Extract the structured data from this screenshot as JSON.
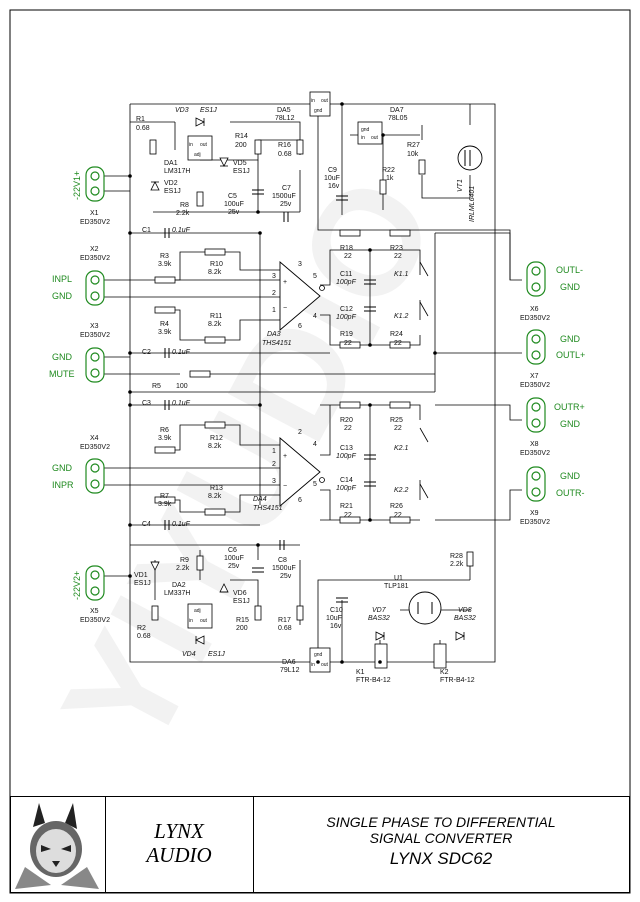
{
  "watermark": "YIYUDIO",
  "connectors": {
    "x1": {
      "ref": "X1",
      "type": "ED350V2",
      "pins": [
        "-22V1+"
      ]
    },
    "x2": {
      "ref": "X2",
      "type": "ED350V2",
      "pins": [
        "INPL",
        "GND"
      ]
    },
    "x3": {
      "ref": "X3",
      "type": "ED350V2",
      "pins": [
        "GND",
        "MUTE"
      ]
    },
    "x4": {
      "ref": "X4",
      "type": "ED350V2",
      "pins": [
        "GND",
        "INPR"
      ]
    },
    "x5": {
      "ref": "X5",
      "type": "ED350V2",
      "pins": [
        "-22V2+"
      ]
    },
    "x6": {
      "ref": "X6",
      "type": "ED350V2",
      "pins": [
        "OUTL-",
        "GND"
      ]
    },
    "x7": {
      "ref": "X7",
      "type": "ED350V2",
      "pins": [
        "GND",
        "OUTL+"
      ]
    },
    "x8": {
      "ref": "X8",
      "type": "ED350V2",
      "pins": [
        "OUTR+",
        "GND"
      ]
    },
    "x9": {
      "ref": "X9",
      "type": "ED350V2",
      "pins": [
        "GND",
        "OUTR-"
      ]
    }
  },
  "components": {
    "R1": "R1",
    "R1v": "0.68",
    "VD3": "VD3",
    "VD3v": "ES1J",
    "DA5": "DA5",
    "DA5v": "78L12",
    "R14": "R14",
    "R14v": "200",
    "R16": "R16",
    "R16v": "0.68",
    "DA1": "DA1",
    "DA1v": "LM317H",
    "VD5": "VD5",
    "VD5v": "ES1J",
    "VD2": "VD2",
    "VD2v": "ES1J",
    "C5": "C5",
    "C5v1": "100uF",
    "C5v2": "25v",
    "C7": "C7",
    "C7v1": "1500uF",
    "C7v2": "25v",
    "R8": "R8",
    "R8v": "2.2k",
    "DA7": "DA7",
    "DA7v": "78L05",
    "C9": "C9",
    "C9v1": "10uF",
    "C9v2": "16v",
    "R22": "R22",
    "R22v": "1k",
    "R27": "R27",
    "R27v": "10k",
    "VT1": "VT1",
    "VT1v": "IRLML6401",
    "C1": "C1",
    "C1v": "0.1uF",
    "R18": "R18",
    "R18v": "22",
    "R23": "R23",
    "R23v": "22",
    "R3": "R3",
    "R3v": "3.9k",
    "R10": "R10",
    "R10v": "8.2k",
    "C11": "C11",
    "C11v": "100pF",
    "K11": "K1.1",
    "C12": "C12",
    "C12v": "100pF",
    "K12": "K1.2",
    "R4": "R4",
    "R4v": "3.9k",
    "R11": "R11",
    "R11v": "8.2k",
    "DA3": "DA3",
    "DA3v": "THS4151",
    "R19": "R19",
    "R19v": "22",
    "R24": "R24",
    "R24v": "22",
    "C2": "C2",
    "C2v": "0.1uF",
    "R5": "R5",
    "R5v": "100",
    "C3": "C3",
    "C3v": "0.1uF",
    "R20": "R20",
    "R20v": "22",
    "R25": "R25",
    "R25v": "22",
    "R6": "R6",
    "R6v": "3.9k",
    "R12": "R12",
    "R12v": "8.2k",
    "C13": "C13",
    "C13v": "100pF",
    "K21": "K2.1",
    "C14": "C14",
    "C14v": "100pF",
    "K22": "K2.2",
    "R7": "R7",
    "R7v": "3.9k",
    "R13": "R13",
    "R13v": "8.2k",
    "DA4": "DA4",
    "DA4v": "THS4151",
    "R21": "R21",
    "R21v": "22",
    "R26": "R26",
    "R26v": "22",
    "C4": "C4",
    "C4v": "0.1uF",
    "R9": "R9",
    "R9v": "2.2k",
    "C6": "C6",
    "C6v1": "100uF",
    "C6v2": "25v",
    "C8": "C8",
    "C8v1": "1500uF",
    "C8v2": "25v",
    "R28": "R28",
    "R28v": "2.2k",
    "VD1": "VD1",
    "VD1v": "ES1J",
    "DA2": "DA2",
    "DA2v": "LM337H",
    "VD6": "VD6",
    "VD6v": "ES1J",
    "U1": "U1",
    "U1v": "TLP181",
    "R2": "R2",
    "R2v": "0.68",
    "R15": "R15",
    "R15v": "200",
    "R17": "R17",
    "R17v": "0.68",
    "C10": "C10",
    "C10v1": "10uF",
    "C10v2": "16v",
    "VD7": "VD7",
    "VD7v": "BAS32",
    "VD8": "VD8",
    "VD8v": "BAS32",
    "VD4": "VD4",
    "VD4v": "ES1J",
    "DA6": "DA6",
    "DA6v": "79L12",
    "K1": "K1",
    "K1v": "FTR-B4-12",
    "K2": "K2",
    "K2v": "FTR-B4-12"
  },
  "reg": {
    "in": "in",
    "out": "out",
    "gnd": "gnd",
    "adj": "adj"
  },
  "pins": {
    "p1": "1",
    "p2": "2",
    "p3": "3",
    "p4": "4",
    "p5": "5",
    "p6": "6"
  },
  "title_block": {
    "company_line1": "LYNX",
    "company_line2": "AUDIO",
    "description_line1": "SINGLE PHASE TO DIFFERENTIAL",
    "description_line2": "SIGNAL CONVERTER",
    "model": "LYNX SDC62"
  },
  "colors": {
    "signal_label": "#1f8a1f",
    "connector": "#1f8a1f"
  }
}
